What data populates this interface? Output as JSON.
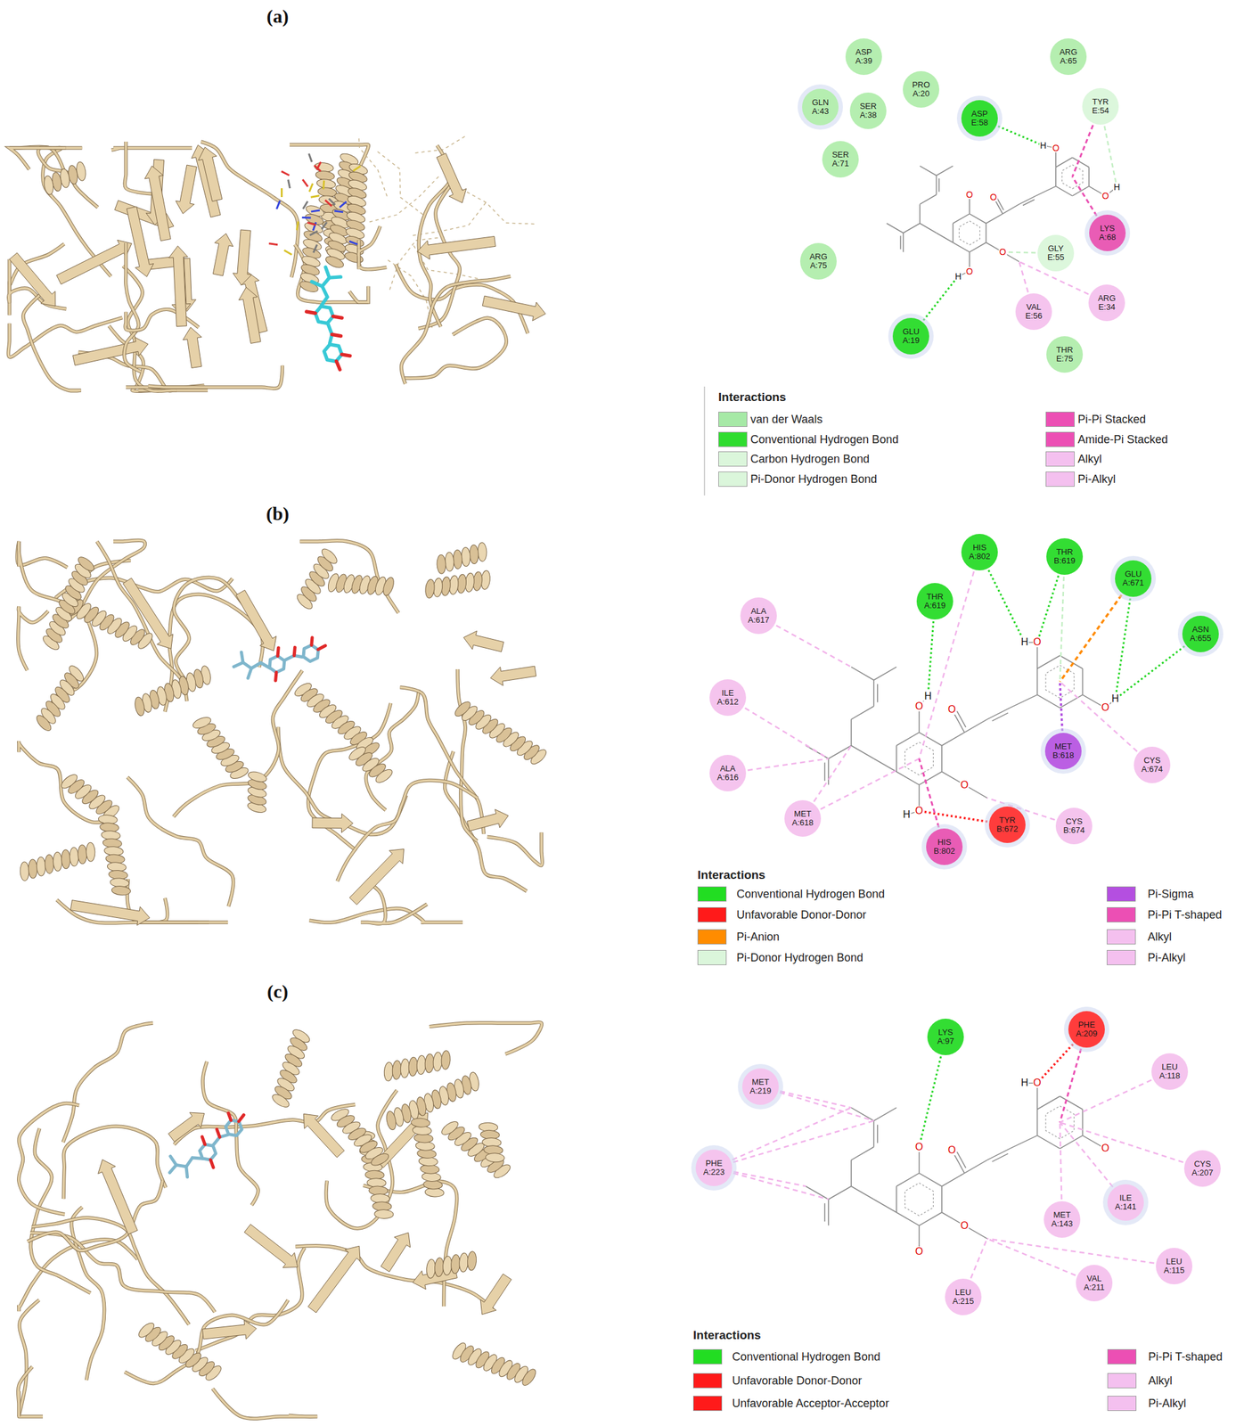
{
  "diagram": {
    "nodes": [
      {
        "text": [
          "ASP A:39"
        ]
      },
      {
        "text": [
          "ARG A:65"
        ]
      },
      {
        "text": [
          "GLN A:43"
        ]
      },
      {
        "text": [
          "SER A:38"
        ]
      },
      {
        "text": [
          "PRO A:20"
        ]
      },
      {
        "text": [
          "ASP E:58"
        ]
      },
      {
        "text": [
          "TYR E:54"
        ]
      },
      {
        "text": [
          "SER A:71"
        ]
      },
      {
        "text": [
          "LYS A:68"
        ]
      },
      {
        "text": [
          "GLY E:55"
        ]
      },
      {
        "text": [
          "ARG A:75"
        ]
      },
      {
        "text": [
          "VAL E:56"
        ]
      },
      {
        "text": [
          "ARG E:34"
        ]
      },
      {
        "text": [
          "GLU A:19"
        ]
      },
      {
        "text": [
          "THR E:75"
        ]
      },
      {
        "text": [
          "HIS A:802"
        ]
      },
      {
        "text": [
          "THR B:619"
        ]
      },
      {
        "text": [
          "GLU A:671"
        ]
      },
      {
        "text": [
          "THR A:619"
        ]
      },
      {
        "text": [
          "ALA A:617"
        ]
      },
      {
        "text": [
          "ASN A:655"
        ]
      },
      {
        "text": [
          "ILE A:612"
        ]
      },
      {
        "text": [
          "MET B:618"
        ]
      },
      {
        "text": [
          "CYS A:674"
        ]
      },
      {
        "text": [
          "ALA A:616"
        ]
      },
      {
        "text": [
          "MET A:618"
        ]
      },
      {
        "text": [
          "TYR B:672"
        ]
      },
      {
        "text": [
          "HIS B:802"
        ]
      },
      {
        "text": [
          "CYS B:674"
        ]
      },
      {
        "text": [
          "LYS A:97"
        ]
      },
      {
        "text": [
          "PHE A:209"
        ]
      },
      {
        "text": [
          "MET A:219"
        ]
      },
      {
        "text": [
          "LEU A:118"
        ]
      },
      {
        "text": [
          "PHE A:223"
        ]
      },
      {
        "text": [
          "CYS A:207"
        ]
      },
      {
        "text": [
          "ILE A:141"
        ]
      },
      {
        "text": [
          "MET A:143"
        ]
      },
      {
        "text": [
          "LEU A:115"
        ]
      },
      {
        "text": [
          "VAL A:211"
        ]
      },
      {
        "text": [
          "LEU A:215"
        ]
      }
    ],
    "labels": [
      "(a)",
      "Interactions",
      "O",
      "O",
      "O",
      "O",
      "O",
      "O",
      "H",
      "H",
      "H",
      "(b)",
      "Interactions",
      "O",
      "O",
      "O",
      "O",
      "O",
      "O",
      "H",
      "H",
      "H",
      "H",
      "(c)",
      "Interactions",
      "O",
      "O",
      "O",
      "O",
      "O",
      "O",
      "H"
    ],
    "legend": [
      {
        "text": "van der Waals",
        "color": "#a6e9a6"
      },
      {
        "text": "Conventional Hydrogen Bond",
        "color": "#2fdc2f"
      },
      {
        "text": "Carbon Hydrogen Bond",
        "color": "#dbf6db"
      },
      {
        "text": "Pi-Donor Hydrogen Bond",
        "color": "#dbf6db"
      },
      {
        "text": "Pi-Pi Stacked",
        "color": "#ec4fb4"
      },
      {
        "text": "Amide-Pi Stacked",
        "color": "#ec4fb4"
      },
      {
        "text": "Alkyl",
        "color": "#f4c0ef"
      },
      {
        "text": "Pi-Alkyl",
        "color": "#f4c0ef"
      },
      {
        "text": "Conventional Hydrogen Bond",
        "color": "#22dd22"
      },
      {
        "text": "Unfavorable Donor-Donor",
        "color": "#ff1a1a"
      },
      {
        "text": "Pi-Anion",
        "color": "#ff8c00"
      },
      {
        "text": "Pi-Donor Hydrogen Bond",
        "color": "#dbf6db"
      },
      {
        "text": "Pi-Sigma",
        "color": "#b44fe0"
      },
      {
        "text": "Pi-Pi T-shaped",
        "color": "#ec4fb4"
      },
      {
        "text": "Alkyl",
        "color": "#f4c0ef"
      },
      {
        "text": "Pi-Alkyl",
        "color": "#f4c0ef"
      },
      {
        "text": "Conventional Hydrogen Bond",
        "color": "#22dd22"
      },
      {
        "text": "Unfavorable Donor-Donor",
        "color": "#ff1a1a"
      },
      {
        "text": "Unfavorable Acceptor-Acceptor",
        "color": "#ff1a1a"
      },
      {
        "text": "Pi-Pi T-shaped",
        "color": "#ec4fb4"
      },
      {
        "text": "Alkyl",
        "color": "#f4c0ef"
      },
      {
        "text": "Pi-Alkyl",
        "color": "#f4c0ef"
      }
    ]
  }
}
